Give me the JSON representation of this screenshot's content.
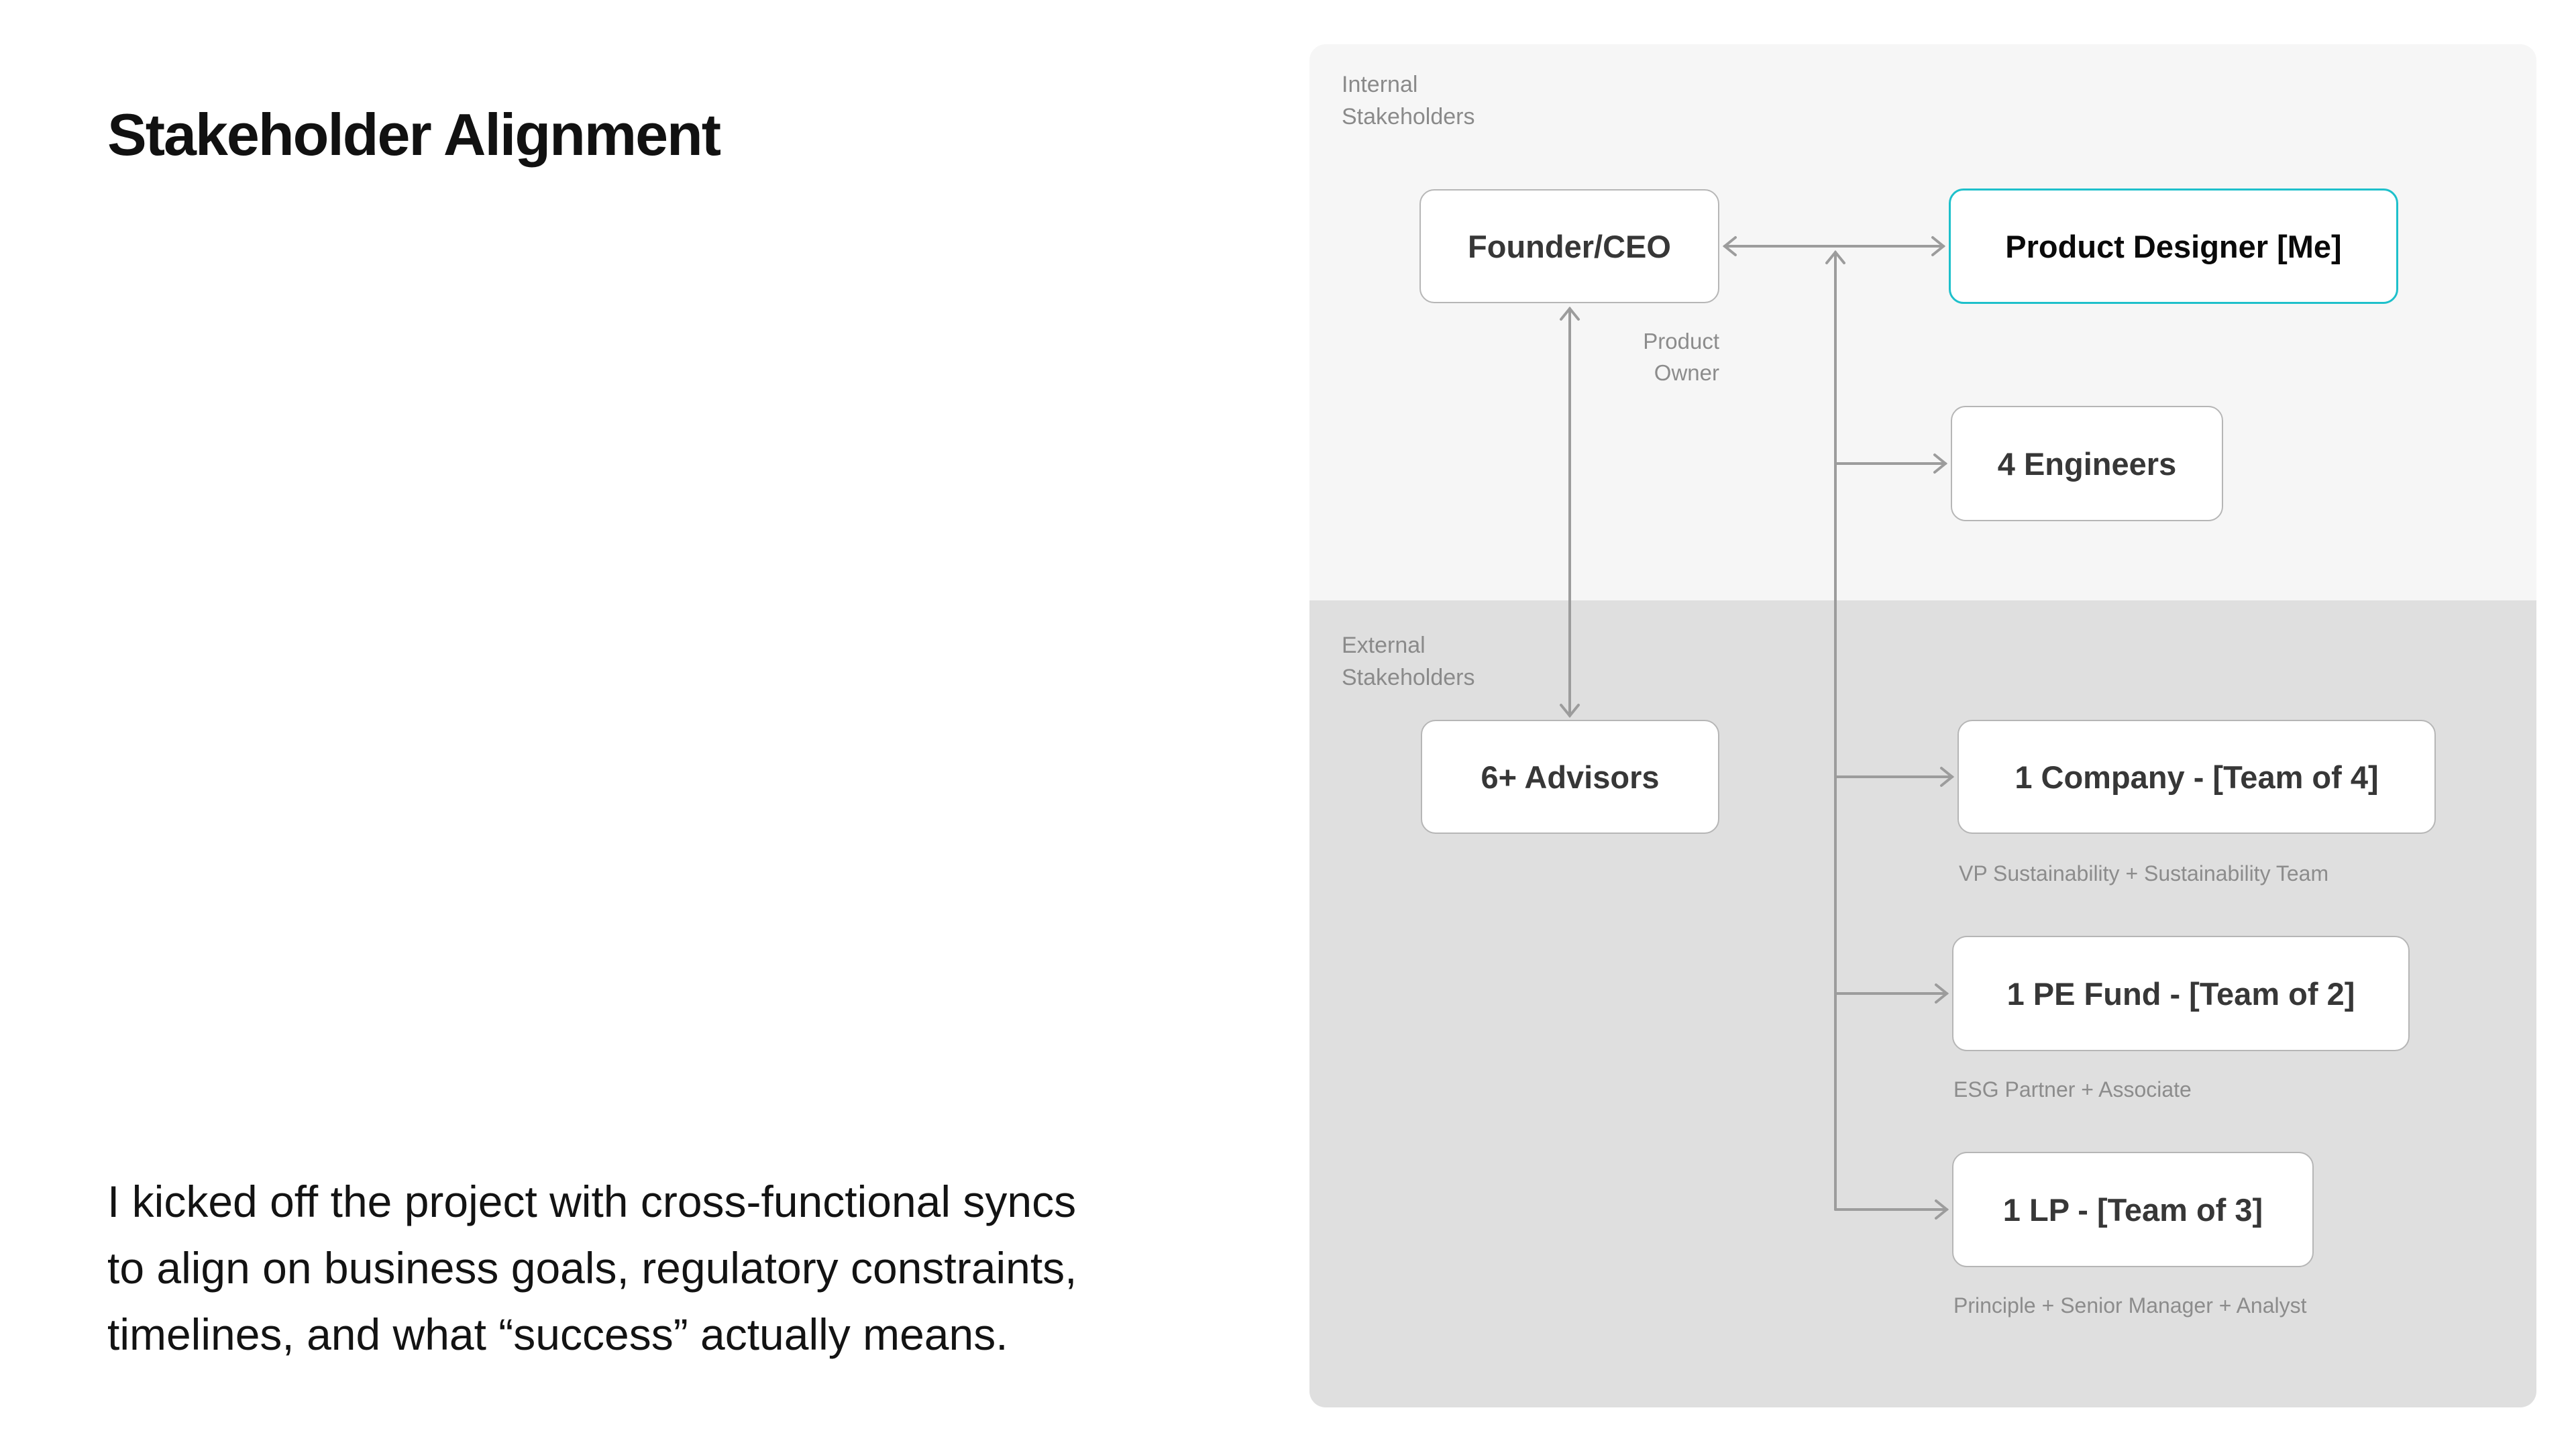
{
  "page": {
    "title": "Stakeholder Alignment",
    "body_text": "I kicked off the project with cross-functional syncs\nto align on business goals, regulatory constraints,\ntimelines, and what “success” actually means."
  },
  "diagram": {
    "internal_label": "Internal\nStakeholders",
    "external_label": "External\nStakeholders",
    "product_owner_label": "Product\nOwner",
    "nodes": {
      "founder": {
        "label": "Founder/CEO"
      },
      "product_designer": {
        "label": "Product Designer [Me]"
      },
      "engineers": {
        "label": "4 Engineers"
      },
      "advisors": {
        "label": "6+ Advisors"
      },
      "company": {
        "label": "1 Company - [Team of 4]",
        "caption": "VP Sustainability + Sustainability Team"
      },
      "pe_fund": {
        "label": "1 PE Fund - [Team of 2]",
        "caption": "ESG Partner + Associate"
      },
      "lp": {
        "label": "1 LP - [Team of 3]",
        "caption": "Principle + Senior Manager + Analyst"
      }
    },
    "colors": {
      "accent_teal": "#1ec0cb",
      "internal_bg": "#f6f6f6",
      "external_bg": "#dfdfdf",
      "arrow_gray": "#9c9c9c",
      "node_border_gray": "#b6b6b6"
    }
  }
}
